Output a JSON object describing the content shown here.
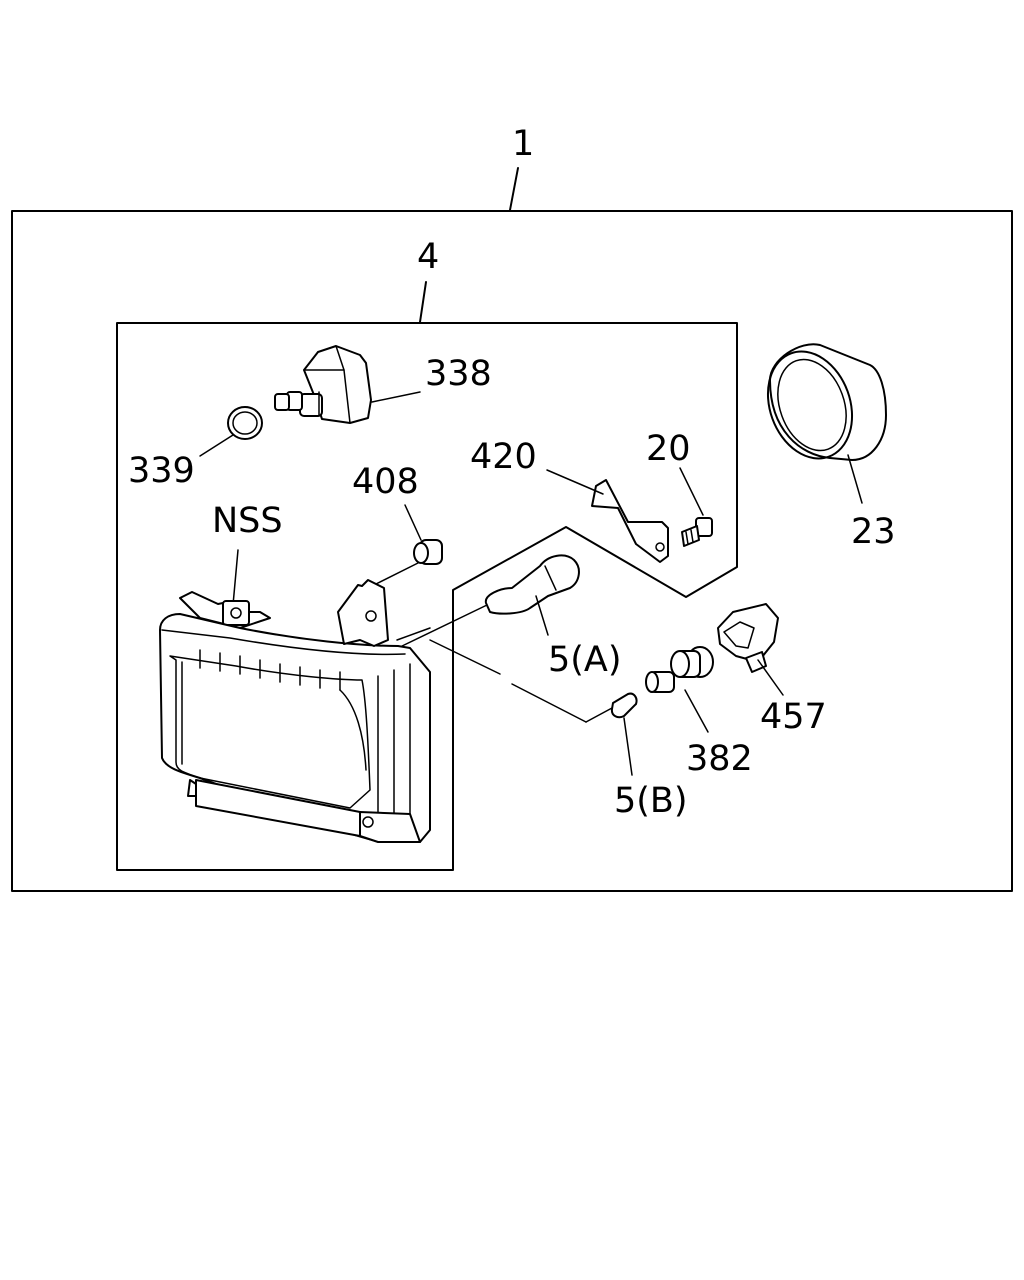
{
  "labels": {
    "assembly": "1",
    "sub_assembly": "4",
    "actuator": "338",
    "o_ring": "339",
    "nss": "NSS",
    "bushing": "408",
    "bracket": "420",
    "screw": "20",
    "ring_cover": "23",
    "bulb_a": "5(A)",
    "bulb_b": "5(B)",
    "socket": "382",
    "connector": "457"
  }
}
